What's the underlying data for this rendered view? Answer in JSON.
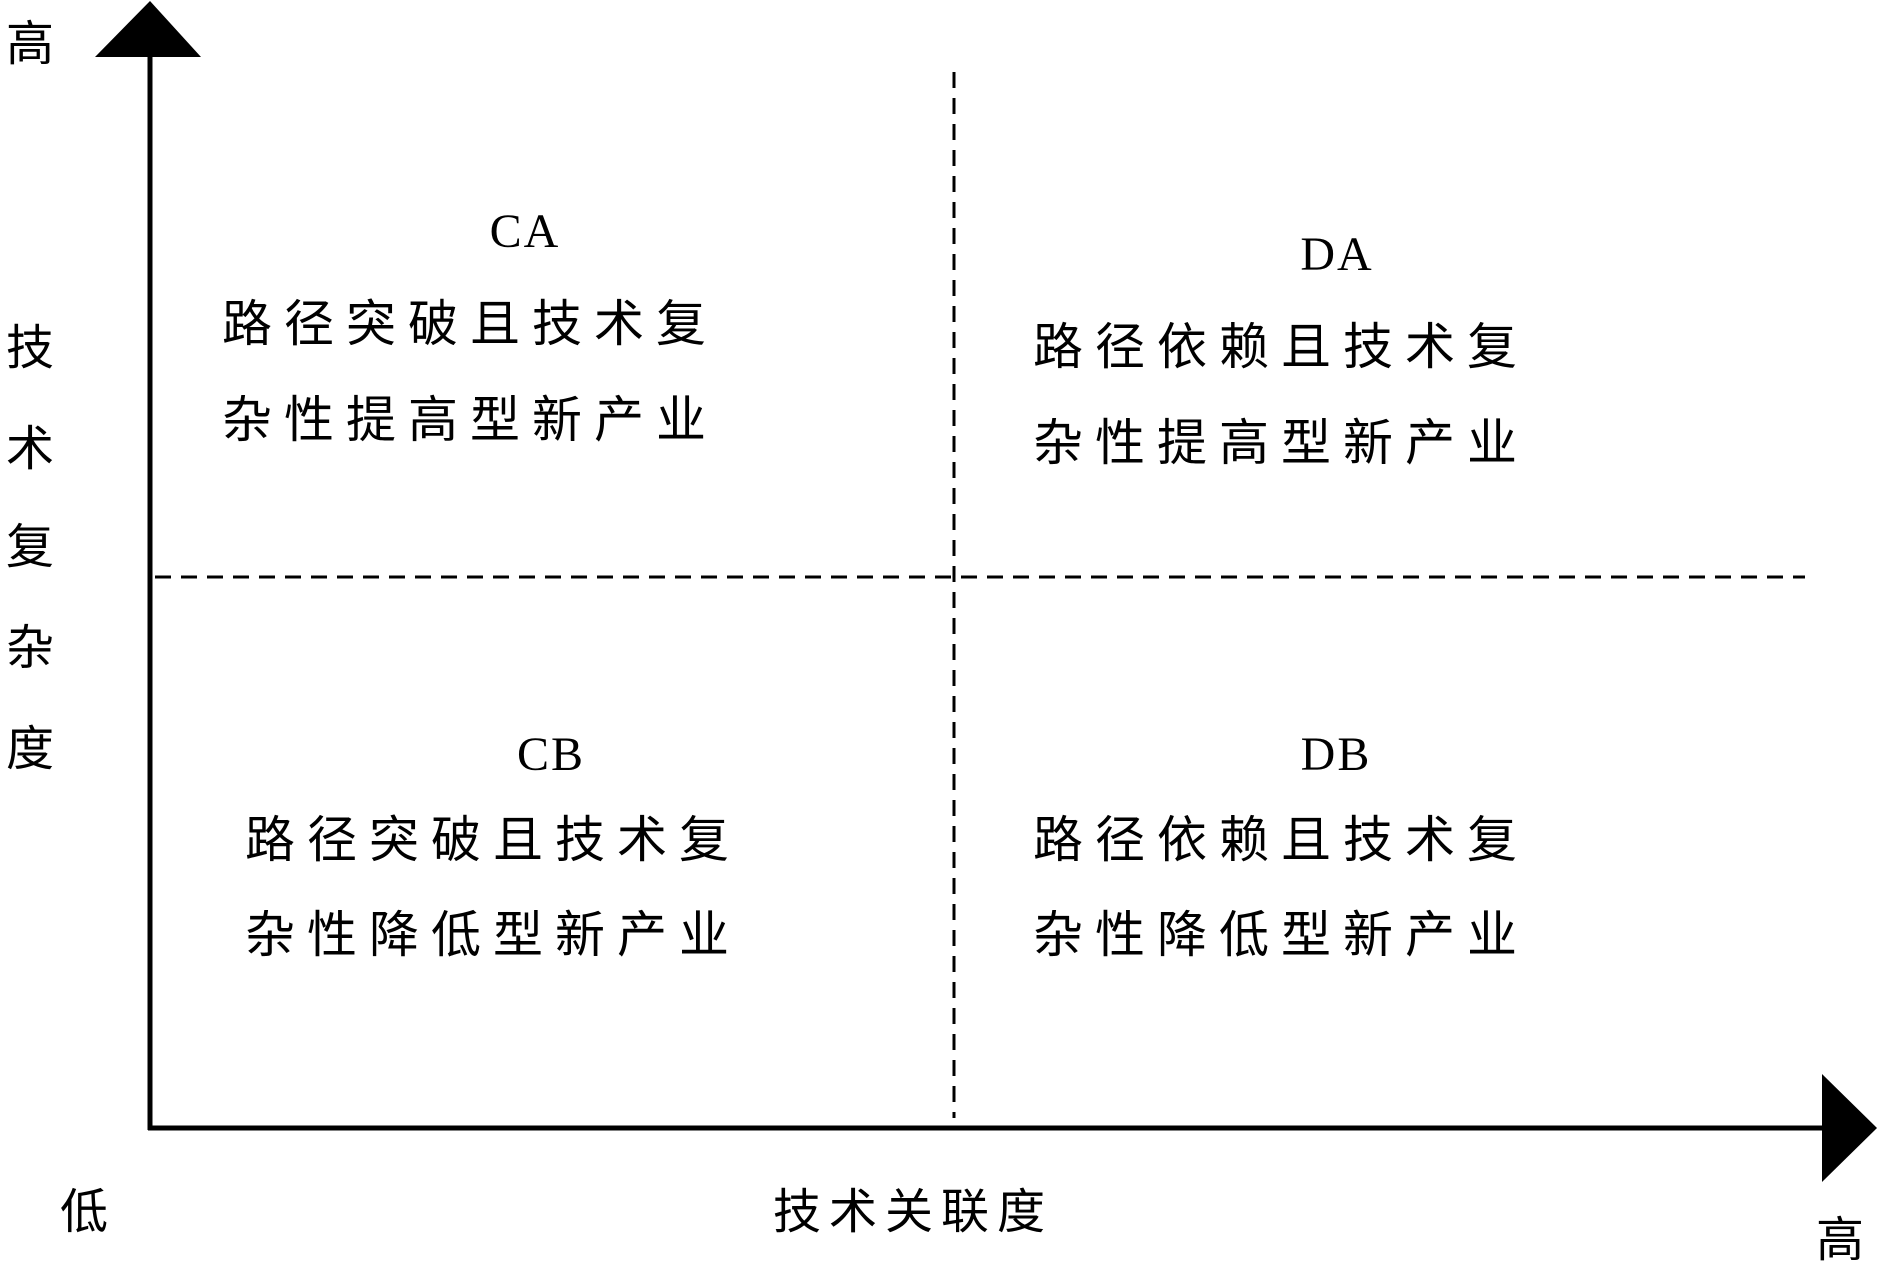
{
  "y_axis": {
    "high_label": "高",
    "title_chars": [
      "技",
      "术",
      "复",
      "杂",
      "度"
    ]
  },
  "x_axis": {
    "low_label": "低",
    "title": "技术关联度",
    "high_label": "高"
  },
  "quadrants": [
    {
      "code": "CA",
      "line1": "路径突破且技术复",
      "line2": "杂性提高型新产业"
    },
    {
      "code": "DA",
      "line1": "路径依赖且技术复",
      "line2": "杂性提高型新产业"
    },
    {
      "code": "CB",
      "line1": "路径突破且技术复",
      "line2": "杂性降低型新产业"
    },
    {
      "code": "DB",
      "line1": "路径依赖且技术复",
      "line2": "杂性降低型新产业"
    }
  ]
}
